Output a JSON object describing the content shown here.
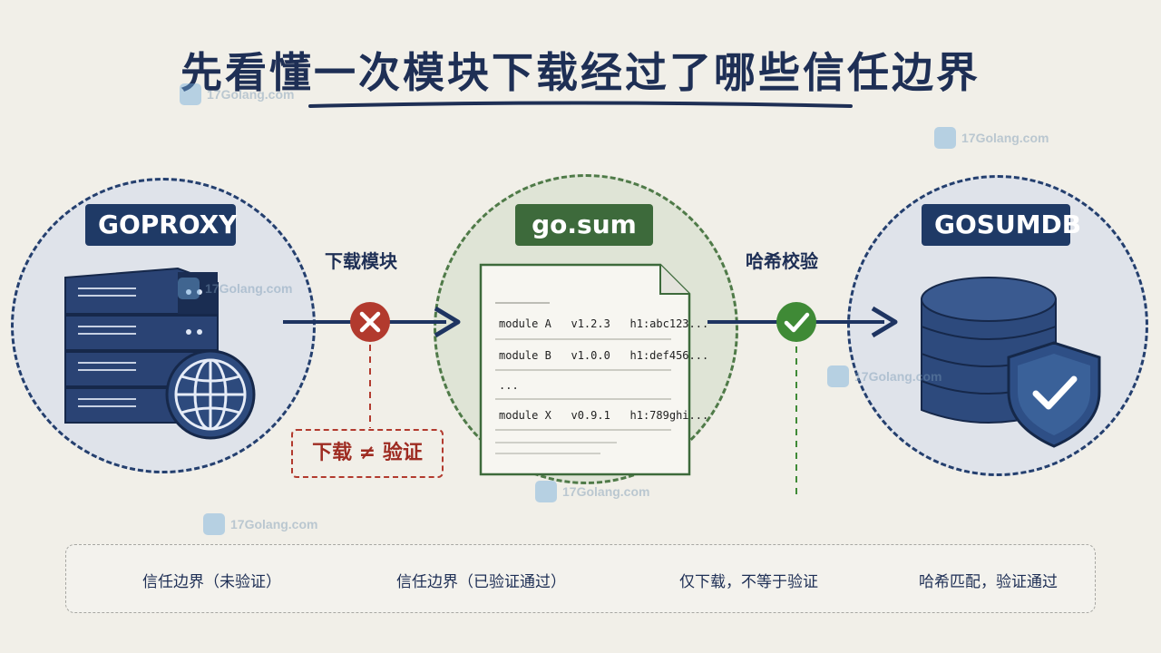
{
  "title": "先看懂一次模块下载经过了哪些信任边界",
  "nodes": {
    "goproxy": "GOPROXY",
    "gosum": "go.sum",
    "gosumdb": "GOSUMDB"
  },
  "steps": {
    "download": "下载模块",
    "hash_check": "哈希校验"
  },
  "gosum_rows": [
    "module A   v1.2.3   h1:abc123...",
    "module B   v1.0.0   h1:def456...",
    "...",
    "module X   v0.9.1   h1:789ghi..."
  ],
  "warning": "下载 ≠ 验证",
  "legend": {
    "unverified": "信任边界（未验证）",
    "verified": "信任边界（已验证通过）",
    "download_only": "仅下载，不等于验证",
    "hash_match": "哈希匹配，验证通过"
  },
  "watermark": "17Golang.com",
  "colors": {
    "navy": "#1f3a66",
    "green": "#3d6a3b",
    "red": "#b23a2e",
    "check_green": "#3f8a36"
  },
  "icons": {
    "server": "server-stack-icon",
    "globe": "globe-icon",
    "database": "database-icon",
    "shield": "shield-check-icon",
    "file": "document-icon",
    "cross": "cross-circle-icon",
    "check": "check-circle-icon"
  }
}
